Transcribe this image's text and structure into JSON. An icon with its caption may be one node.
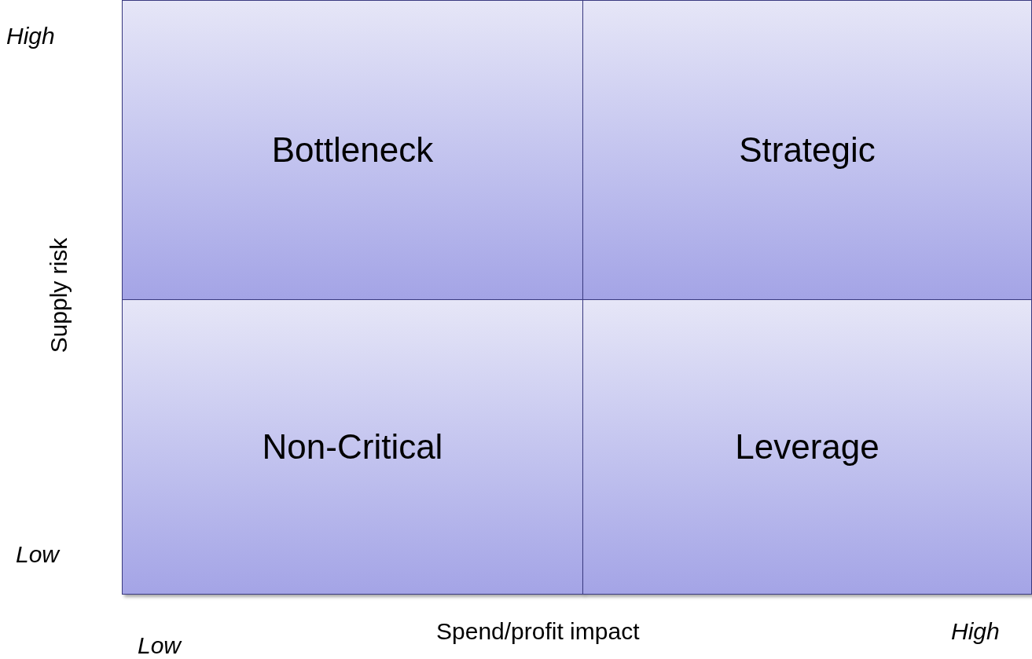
{
  "diagram": {
    "nodes": [
      {
        "text": [
          "Bottleneck"
        ]
      },
      {
        "text": [
          "Strategic"
        ]
      },
      {
        "text": [
          "Non-Critical"
        ]
      },
      {
        "text": [
          "Leverage"
        ]
      }
    ],
    "labels": [
      "High",
      "Supply risk",
      "Low",
      "Low",
      "Spend/profit impact",
      "High"
    ]
  }
}
